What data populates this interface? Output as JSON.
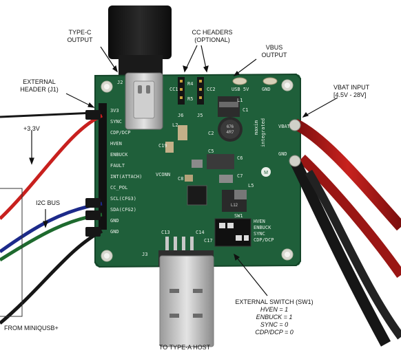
{
  "labels": {
    "type_c_output": [
      "TYPE-C",
      "OUTPUT"
    ],
    "cc_headers": [
      "CC HEADERS",
      "(OPTIONAL)"
    ],
    "vbus_output": [
      "VBUS",
      "OUTPUT"
    ],
    "external_header": [
      "EXTERNAL",
      "HEADER (J1)"
    ],
    "vbat_input": [
      "VBAT INPUT",
      "[4.5V - 28V]"
    ],
    "v33": "+3.3V",
    "i2c_bus": "I2C BUS",
    "from_miniqusb": "FROM MINIQUSB+",
    "to_type_a_host": "TO TYPE-A HOST",
    "external_switch": {
      "title": "EXTERNAL SWITCH (SW1)",
      "lines": [
        "HVEN = 1",
        "ENBUCK = 1",
        "SYNC = 0",
        "CDP/DCP = 0"
      ]
    }
  },
  "board": {
    "j1_pins": [
      "3V3",
      "SYNC",
      "CDP/DCP",
      "HVEN",
      "ENBUCK",
      "FAULT",
      "INT(ATTACH)",
      "CC_POL",
      "SCL(CFG3)",
      "SDA(CFG2)",
      "GND",
      "GND"
    ],
    "sw1_labels": [
      "HVEN",
      "ENBUCK",
      "SYNC",
      "CDP/DCP"
    ],
    "top_labels": [
      "J2",
      "CC1",
      "CC2",
      "J6",
      "J5",
      "USB 5V",
      "GND"
    ],
    "side_labels": [
      "VBAT",
      "GND"
    ],
    "misc_labels": [
      "C1",
      "L1",
      "C2",
      "L2",
      "C6",
      "C7",
      "C8",
      "C5",
      "L5",
      "C13",
      "C14",
      "C17",
      "C19",
      "J3",
      "SW1",
      "VCONN",
      "R4",
      "R5"
    ],
    "brand": [
      "maxim",
      "integrated"
    ],
    "inductor_text": [
      "676",
      "4R7"
    ],
    "small_ic_text": "L12"
  },
  "colors": {
    "pcb": "#1f5f3a",
    "wire_red": "#c8201e",
    "wire_black": "#161616",
    "wire_blue": "#1c2a8a",
    "wire_green": "#1e6a2e"
  }
}
